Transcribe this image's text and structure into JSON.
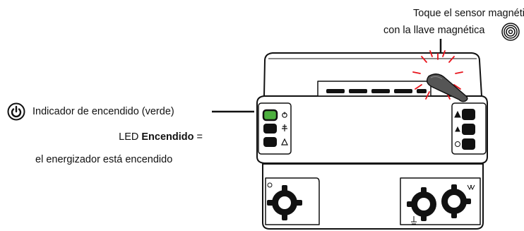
{
  "callout_magnetic": {
    "line1": "Toque el sensor magnético",
    "line2": "con la llave magnética",
    "icon": "magnetic-key-target-icon"
  },
  "callout_power": {
    "icon": "power-icon",
    "label": "Indicador de encendido (verde)",
    "led_prefix": "LED ",
    "led_state": "Encendido",
    "led_suffix": " =",
    "result": "el energizador está encendido"
  },
  "colors": {
    "power_led": "#4caf3e",
    "flash": "#e8141c",
    "outline": "#111111"
  }
}
